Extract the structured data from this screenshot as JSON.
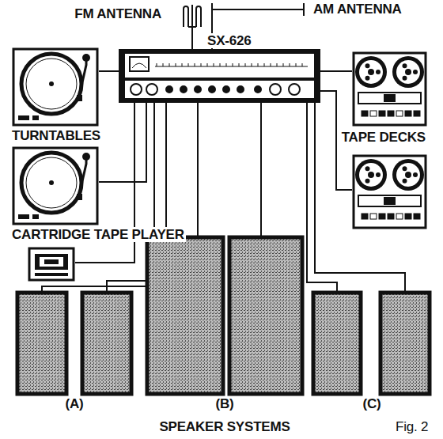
{
  "diagram": {
    "nodes": [
      {
        "text": [
          "FM ANTENNA"
        ]
      },
      {
        "text": [
          "AM ANTENNA"
        ]
      },
      {
        "text": [
          "SX-626"
        ]
      },
      {
        "text": [
          "TURNTABLES"
        ]
      },
      {
        "text": [
          "CARTRIDGE TAPE PLAYER"
        ]
      },
      {
        "text": [
          "TAPE DECKS"
        ]
      }
    ],
    "edges": [
      {
        "from": 0,
        "to": 2,
        "arrow": "none"
      },
      {
        "from": 1,
        "to": 2,
        "arrow": "none"
      },
      {
        "from": 3,
        "to": 2,
        "arrow": "none"
      },
      {
        "from": 4,
        "to": 2,
        "arrow": "none"
      },
      {
        "from": 5,
        "to": 2,
        "arrow": "none"
      }
    ],
    "labels": [
      "(A)",
      "(B)",
      "(C)",
      "SPEAKER SYSTEMS",
      "Fig. 2"
    ]
  }
}
